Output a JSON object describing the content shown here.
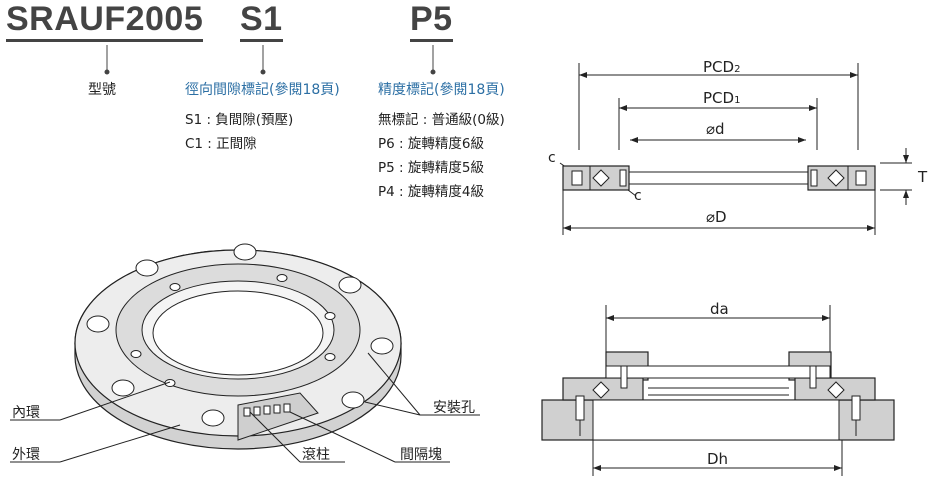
{
  "model": {
    "base": "SRAUF2005",
    "clearance_code": "S1",
    "precision_code": "P5"
  },
  "labels": {
    "model_no": "型號",
    "clearance_title": "徑向間隙標記(參閱18頁)",
    "precision_title": "精度標記(參閱18頁)"
  },
  "clearance_options": [
    "S1 : 負間隙(預壓)",
    "C1 : 正間隙"
  ],
  "precision_options": [
    "無標記 : 普通級(0級)",
    "P6 : 旋轉精度6級",
    "P5 : 旋轉精度5級",
    "P4 : 旋轉精度4級"
  ],
  "dimensions": {
    "pcd2": "PCD2",
    "pcd1": "PCD1",
    "d": "⌀d",
    "D": "⌀D",
    "T": "T",
    "c_top": "c",
    "c_bottom": "c",
    "da": "da",
    "Dh": "Dh"
  },
  "parts": {
    "inner_ring": "內環",
    "outer_ring": "外環",
    "roller": "滾柱",
    "spacer": "間隔塊",
    "mounting_hole": "安裝孔"
  },
  "colors": {
    "accent": "#2c6fa4",
    "line": "#222222",
    "metal": "#c9c9c9"
  }
}
